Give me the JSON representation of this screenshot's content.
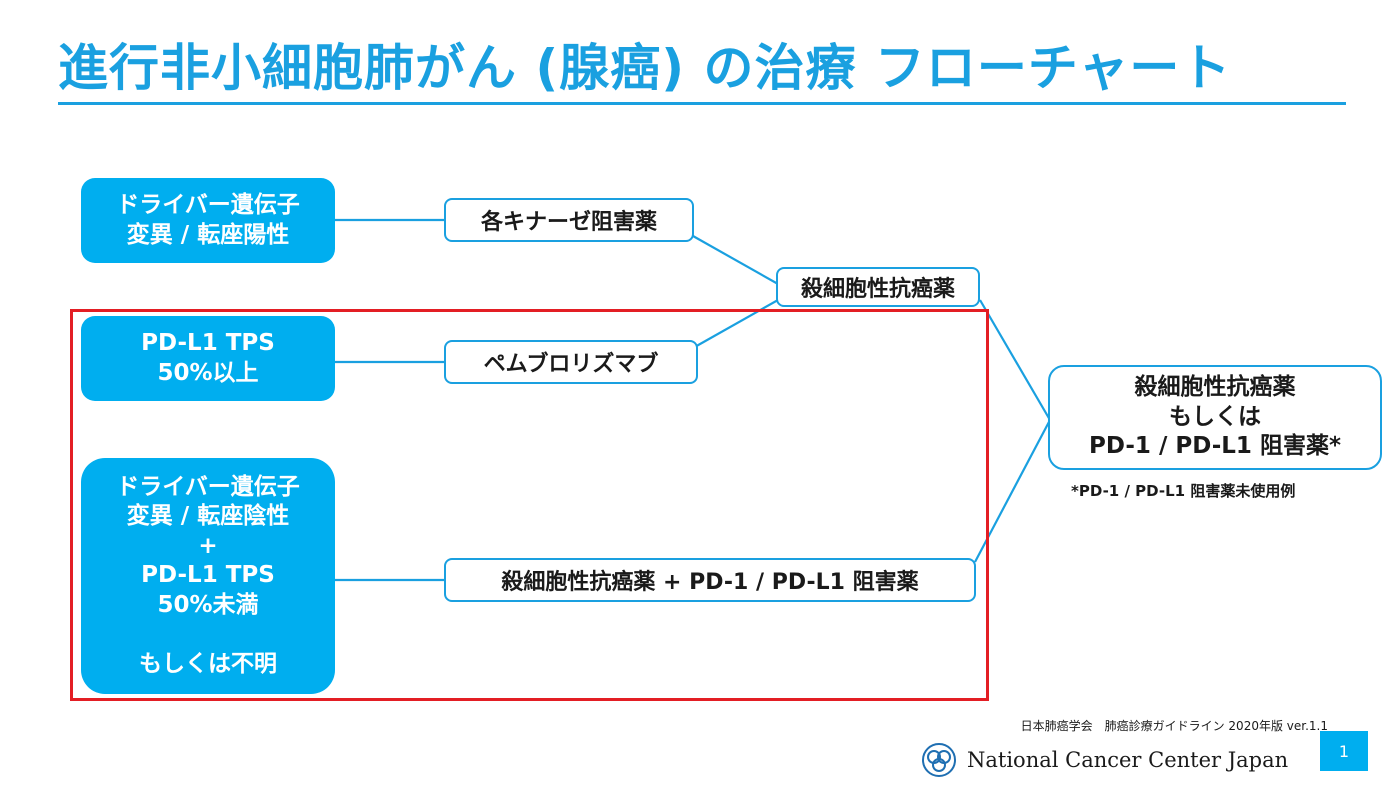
{
  "slide": {
    "title": "進行非小細胞肺がん (腺癌) の治療 フローチャート",
    "page_number": "1"
  },
  "conditions": {
    "driver_positive": "ドライバー遺伝子\n変異 / 転座陽性",
    "pdl1_high": "PD-L1 TPS\n50%以上",
    "driver_negative": "ドライバー遺伝子\n変異 / 転座陰性\n+\nPD-L1 TPS\n50%未満\n\nもしくは不明"
  },
  "treatments": {
    "kinase_inhibitor": "各キナーゼ阻害薬",
    "pembrolizumab": "ペムブロリズマブ",
    "combo": "殺細胞性抗癌薬 + PD-1 / PD-L1 阻害薬",
    "cytotoxic": "殺細胞性抗癌薬"
  },
  "final_box": {
    "line1": "殺細胞性抗癌薬",
    "line2": "もしくは",
    "line3": "PD-1 / PD-L1 阻害薬*"
  },
  "footnote": "*PD-1 / PD-L1 阻害薬未使用例",
  "source": "日本肺癌学会　肺癌診療ガイドライン 2020年版 ver.1.1",
  "footer": {
    "organization": "National Cancer Center Japan"
  },
  "colors": {
    "accent_blue": "#00aeef",
    "title_blue": "#1aa0e0",
    "highlight_red": "#e31e24"
  }
}
